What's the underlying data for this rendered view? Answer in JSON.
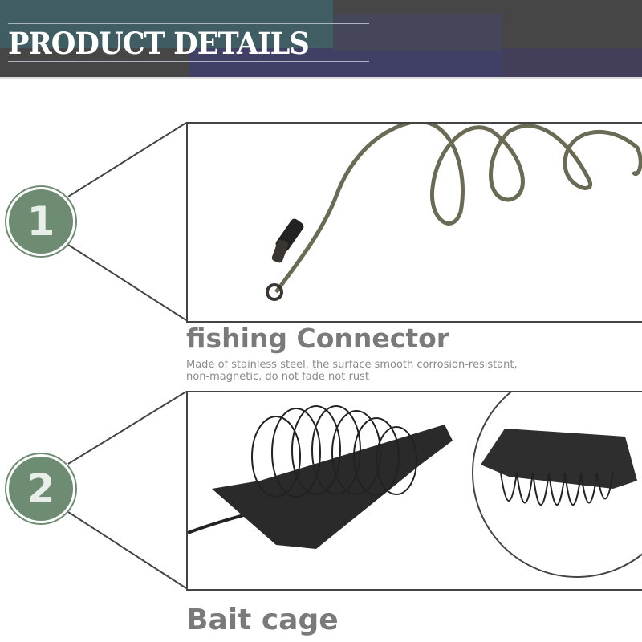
{
  "header": {
    "title": "PRODUCT DETAILS"
  },
  "sections": [
    {
      "number": "1",
      "title": "fishing Connector",
      "description": "Made of stainless steel, the surface smooth corrosion-resistant, non-magnetic, do not fade not rust"
    },
    {
      "number": "2",
      "title": "Bait cage"
    }
  ],
  "colors": {
    "circle": "#6d8c72",
    "header": "#464646",
    "title_text": "#7a7a7a"
  }
}
